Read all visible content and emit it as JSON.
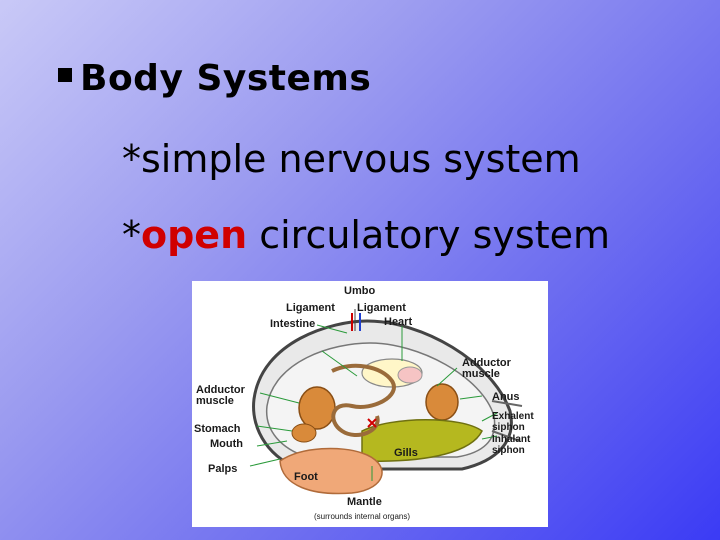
{
  "slide": {
    "heading": "Body Systems",
    "bullets": [
      {
        "prefix": "*",
        "rest": "simple nervous system"
      },
      {
        "prefix": "*",
        "highlight": "open",
        "rest": " circulatory system"
      }
    ]
  },
  "diagram": {
    "labels": {
      "umbo": "Umbo",
      "ligament_left": "Ligament",
      "ligament_right": "Ligament",
      "intestine": "Intestine",
      "heart": "Heart",
      "adductor_left": "Adductor muscle",
      "adductor_right": "Adductor muscle",
      "anus": "Anus",
      "stomach": "Stomach",
      "mouth": "Mouth",
      "exhalent_siphon": "Exhalent siphon",
      "inhalant_siphon": "Inhalant siphon",
      "gills": "Gills",
      "palps": "Palps",
      "foot": "Foot",
      "mantle": "Mantle",
      "mantle_note": "(surrounds internal organs)"
    },
    "colors": {
      "highlight": "#d00000",
      "gills": "#b5b81f",
      "foot": "#f0a878",
      "muscle": "#d98a3a"
    }
  }
}
